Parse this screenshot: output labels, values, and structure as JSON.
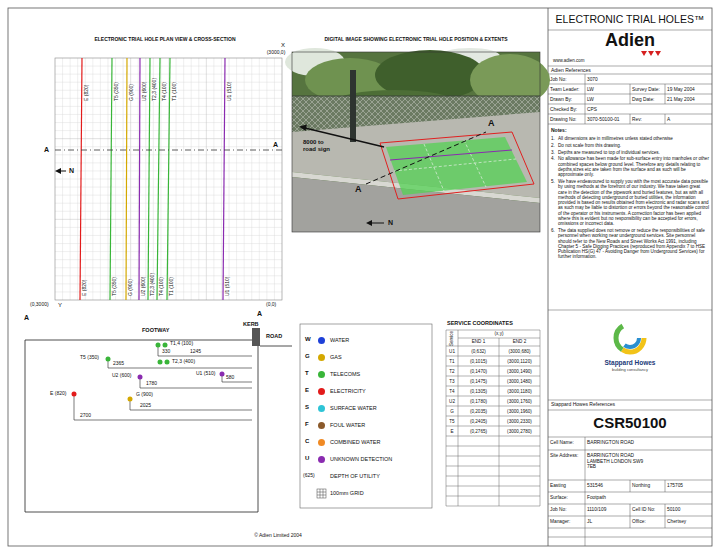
{
  "diagram": {
    "title": "ELECTRONIC TRIAL HOLES™",
    "nodes": [
      {
        "text": [
          "ELECTRONIC TRIAL HOLE PLAN VIEW & CROSS-SECTION"
        ]
      },
      {
        "text": [
          "DIGITAL IMAGE SHOWING ELECTRONIC TRIAL HOLE POSITION & EXTENTS"
        ]
      }
    ],
    "labels": [
      "X",
      "(3000,0)",
      "A",
      "A",
      "N",
      "Y",
      "(0,3000)",
      "(0,0)",
      "E (820)",
      "T5 (350)",
      "G (900)",
      "U2 (600)",
      "T2,3 (400)",
      "T4 (100)",
      "T1 (100)",
      "U1 (510)",
      "E (820)",
      "T5 (350)",
      "G (900)",
      "U2 (600)",
      "T2,3 (400)",
      "T4 (100)",
      "T1 (100)",
      "U1 (510)",
      "8000 to road sign",
      "A",
      "A",
      "N",
      "A",
      "A",
      "FOOTWAY",
      "KERB",
      "ROAD",
      "T1,4 (100)",
      "330",
      "1245",
      "T5 (350)",
      "T2,3 (400)",
      "2365",
      "U2 (600)",
      "U1 (510)",
      "580",
      "1780",
      "E (820)",
      "G (900)",
      "2025",
      "2700",
      "W",
      "G",
      "T",
      "E",
      "S",
      "F",
      "C",
      "U",
      "(625)",
      "SERVICE COORDINATES",
      "Service",
      "(x,y)",
      "END 1",
      "END 2",
      "U1",
      "(0,632)",
      "(3000,680)",
      "T1",
      "(0,1015)",
      "(3000,1120)",
      "T2",
      "(0,1470)",
      "(3000,1490)",
      "T3",
      "(0,1475)",
      "(3000,1480)",
      "T4",
      "(0,1305)",
      "(3000,1180)",
      "U2",
      "(0,1780)",
      "(3000,1760)",
      "G",
      "(0,2035)",
      "(3000,1960)",
      "T5",
      "(0,2405)",
      "(3000,2330)",
      "E",
      "(0,2765)",
      "(3000,2780)",
      "Adien",
      "www.adien.com",
      "Adien References",
      "Job No:",
      "3070",
      "Team Leader:",
      "LW",
      "Survey Date:",
      "19 May 2004",
      "Drawn By:",
      "LW",
      "Dwg Date:",
      "21 May 2004",
      "Checked By:",
      "CPS",
      "Drawing No:",
      "3070-50100-01",
      "Rev:",
      "A",
      "Notes:",
      "1.",
      "All dimensions are in millimetres unless stated otherwise",
      "2.",
      "Do not scale from this drawing.",
      "3.",
      "Depths are measured to top of individual services.",
      "4.",
      "No allowance has been made for sub-surface entry into manholes or other combined spaces below ground level. Therefore any details relating to depths,sizes etc are taken from the surface and as such will be approximate only.",
      "5.",
      "We have endeavoured to supply you with the most accurate data possible by using methods at the forefront of our industry. We have taken great care in the detection of the pipework and buried features, but as with all methods of detecting underground or buried utilities, the information provided is based on results obtained from electronic and radar scans and as such may be liable to distortion or errors beyond the reasonable control of the operator or his instruments. A correction factor has been applied where this is evident but no responsibility can be accepted for errors, omissions or incorrect data.",
      "6.",
      "The data supplied does not remove or reduce the responsibilities of safe personnel when working near underground services. Site personnel should refer to the New Roads and Street Works Act 1991, including Chapter 5 - Safe Digging Practices (reproduced from Appendix 7 to HSE Publication HS(G) 47 - Avoiding Danger from Underground Services) for further information.",
      "Stappard Howes",
      "building consultancy",
      "Stappard Howes References",
      "CSR50100",
      "Cell Name:",
      "BARRINGTON ROAD",
      "Site Address:",
      "BARRINGTON ROAD LAMBETH LONDON SW9 7EB",
      "Easting",
      "531546",
      "Northing",
      "175705",
      "Surface:",
      "Footpath",
      "Job No:",
      "1110/109",
      "Cell ID No:",
      "50100",
      "Manager:",
      "JL",
      "Office:",
      "Chertsey",
      "© Adien Limited 2004"
    ],
    "legend": [
      {
        "text": "WATER",
        "color": "#1e40d8"
      },
      {
        "text": "GAS",
        "color": "#d4a800"
      },
      {
        "text": "TELECOMS",
        "color": "#39b539"
      },
      {
        "text": "ELECTRICITY",
        "color": "#e21b1b"
      },
      {
        "text": "SURFACE WATER",
        "color": "#2ec4d6"
      },
      {
        "text": "FOUL WATER",
        "color": "#8b5a2b"
      },
      {
        "text": "COMBINED WATER",
        "color": "#f08a24"
      },
      {
        "text": "UNKNOWN DETECTION",
        "color": "#8a2bb0"
      },
      {
        "text": "DEPTH OF UTILITY"
      },
      {
        "text": "100mm GRID"
      }
    ]
  }
}
